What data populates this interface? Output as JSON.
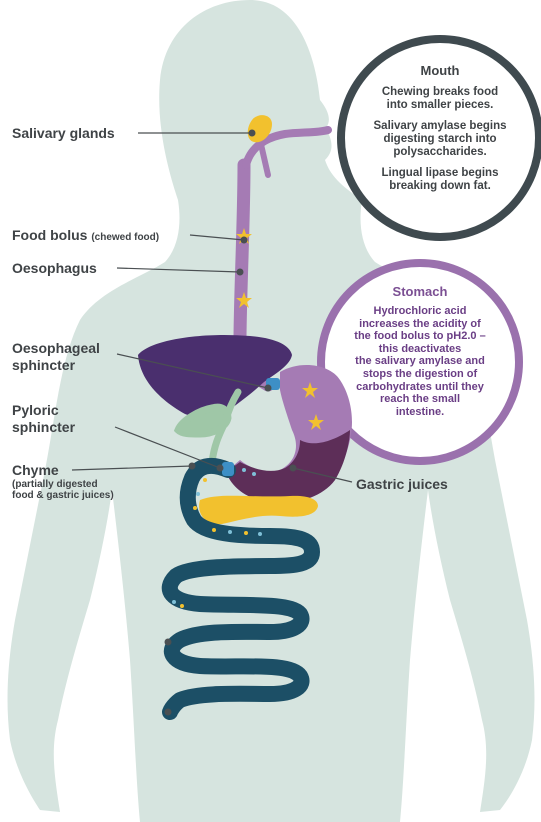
{
  "colors": {
    "body_silhouette": "#d6e4df",
    "mouth_ring": "#3f4a4f",
    "stomach_ring": "#9a71ad",
    "oesophagus": "#a57bb4",
    "liver": "#4a2f6e",
    "stomach": "#a57bb4",
    "gastric_juices": "#5d2e58",
    "intestine": "#1c4f66",
    "pancreas": "#f2c12e",
    "salivary_gland": "#f2c12e",
    "gall_duct": "#9fc7a7",
    "sphincter": "#3d8fc6",
    "label_text": "#3f4346"
  },
  "labels": {
    "salivary_glands": "Salivary glands",
    "food_bolus": "Food bolus",
    "food_bolus_note": "(chewed food)",
    "oesophagus": "Oesophagus",
    "oesophageal_sphincter_line1": "Oesophageal",
    "oesophageal_sphincter_line2": "sphincter",
    "pyloric_sphincter_line1": "Pyloric",
    "pyloric_sphincter_line2": "sphincter",
    "chyme": "Chyme",
    "chyme_note_line1": "(partially digested",
    "chyme_note_line2": "food & gastric juices)",
    "gastric_juices": "Gastric juices"
  },
  "mouth_bubble": {
    "title": "Mouth",
    "para1_line1": "Chewing breaks food",
    "para1_line2": "into smaller pieces.",
    "para2_line1": "Salivary amylase begins",
    "para2_line2": "digesting starch into",
    "para2_line3": "polysaccharides.",
    "para3_line1": "Lingual lipase begins",
    "para3_line2": "breaking down fat."
  },
  "stomach_bubble": {
    "title": "Stomach",
    "line1": "Hydrochloric acid",
    "line2": "increases the acidity of",
    "line3": "the food bolus to pH2.0 –",
    "line4": "this deactivates",
    "line5": "the salivary amylase and",
    "line6": "stops the digestion of",
    "line7": "carbohydrates until they",
    "line8": "reach the small",
    "line9": "intestine."
  }
}
